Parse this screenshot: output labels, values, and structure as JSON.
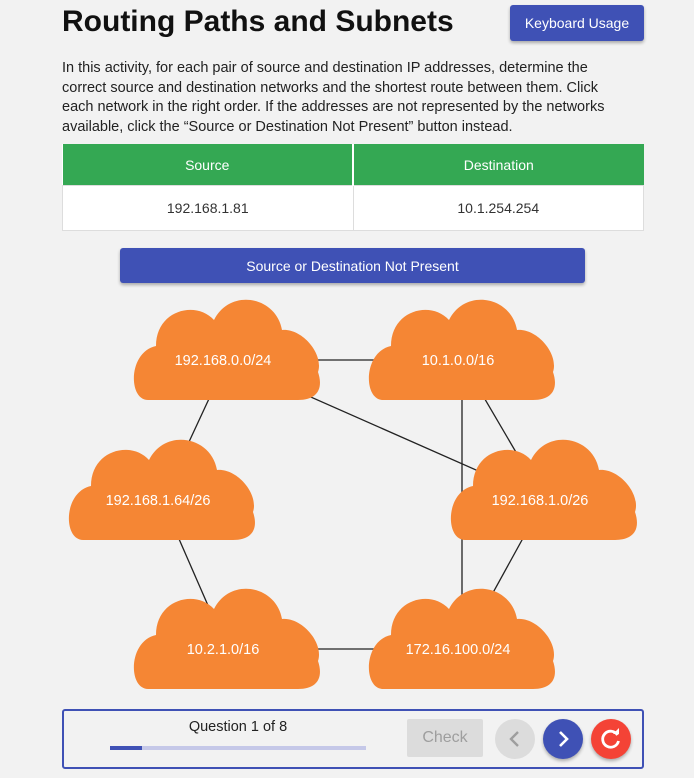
{
  "header": {
    "title": "Routing Paths and Subnets",
    "keyboard_button": "Keyboard Usage"
  },
  "instructions": "In this activity, for each pair of source and destination IP addresses, determine the correct source and destination networks and the shortest route between them. Click each network in the right order. If the addresses are not represented by the networks available, click the “Source or Destination Not Present” button instead.",
  "address_table": {
    "headers": [
      "Source",
      "Destination"
    ],
    "row": [
      "192.168.1.81",
      "10.1.254.254"
    ],
    "header_color": "#34a853"
  },
  "not_present_button": "Source or Destination Not Present",
  "networks": [
    {
      "id": "n1",
      "label": "192.168.0.0/24"
    },
    {
      "id": "n2",
      "label": "10.1.0.0/16"
    },
    {
      "id": "n3",
      "label": "192.168.1.64/26"
    },
    {
      "id": "n4",
      "label": "192.168.1.0/26"
    },
    {
      "id": "n5",
      "label": "10.2.1.0/16"
    },
    {
      "id": "n6",
      "label": "172.16.100.0/24"
    }
  ],
  "links": [
    [
      "n1",
      "n2"
    ],
    [
      "n1",
      "n3"
    ],
    [
      "n1",
      "n4"
    ],
    [
      "n2",
      "n4"
    ],
    [
      "n2",
      "n6"
    ],
    [
      "n3",
      "n5"
    ],
    [
      "n4",
      "n6"
    ],
    [
      "n5",
      "n6"
    ]
  ],
  "footer": {
    "question_text": "Question 1 of 8",
    "progress_fraction": 0.125,
    "check_label": "Check",
    "prev_icon": "chevron-left-icon",
    "next_icon": "chevron-right-icon",
    "reset_icon": "refresh-icon"
  },
  "colors": {
    "accent": "#3f51b5",
    "cloud": "#f58634",
    "reset": "#f44336"
  }
}
